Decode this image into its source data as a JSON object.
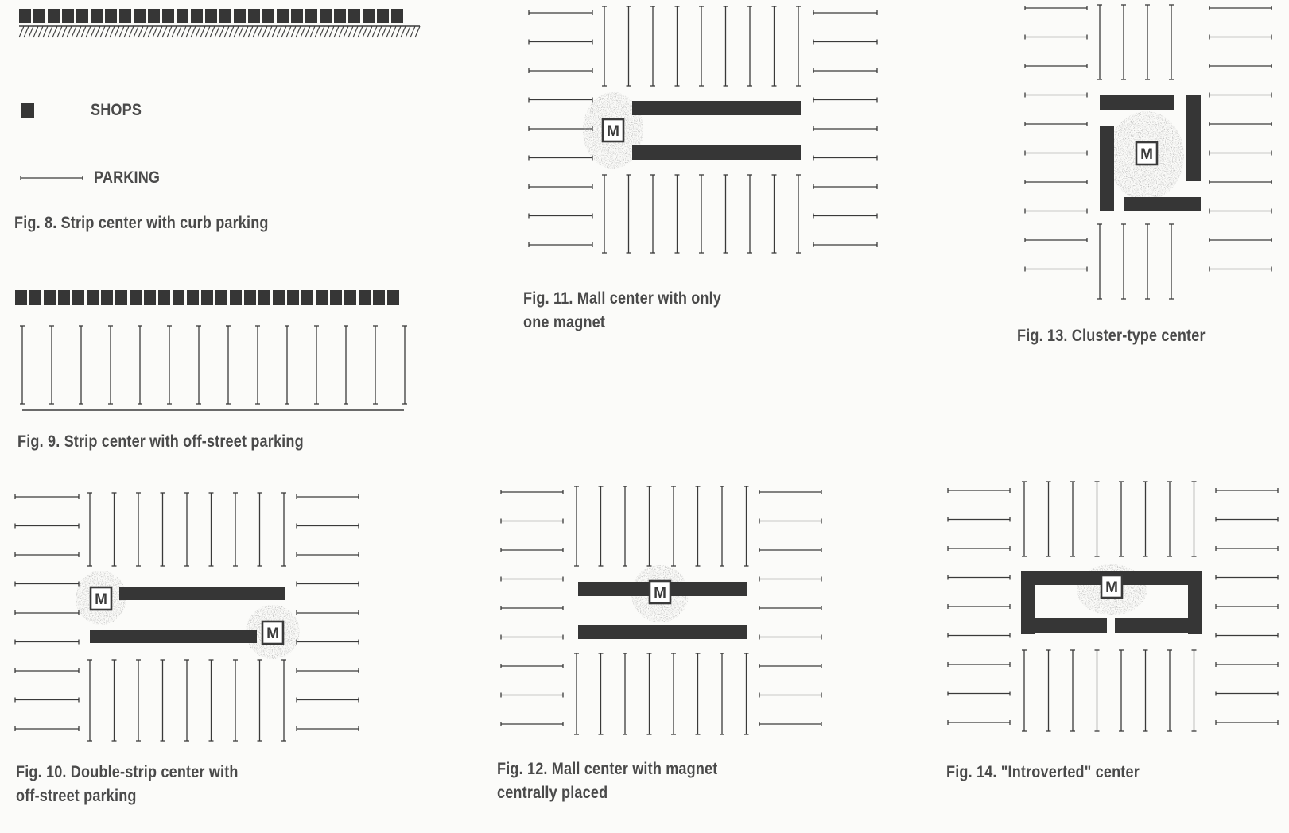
{
  "legend": {
    "shops_label": "SHOPS",
    "parking_label": "PARKING"
  },
  "figures": {
    "fig8": {
      "caption": "Fig. 8. Strip center with curb parking"
    },
    "fig9": {
      "caption": "Fig. 9. Strip center with off-street parking"
    },
    "fig10": {
      "caption_line1": "Fig. 10. Double-strip center with",
      "caption_line2": "off-street parking"
    },
    "fig11": {
      "caption_line1": "Fig. 11. Mall center with only",
      "caption_line2": "one magnet"
    },
    "fig12": {
      "caption_line1": "Fig. 12. Mall center with magnet",
      "caption_line2": "centrally placed"
    },
    "fig13": {
      "caption": "Fig. 13. Cluster-type center"
    },
    "fig14": {
      "caption": "Fig. 14. \"Introverted\" center"
    }
  },
  "magnet_label": "M",
  "colors": {
    "ink": "#3a3a3a",
    "shop": "#363636",
    "stipple": "#9a9a9a",
    "text": "#4a4a4a"
  }
}
